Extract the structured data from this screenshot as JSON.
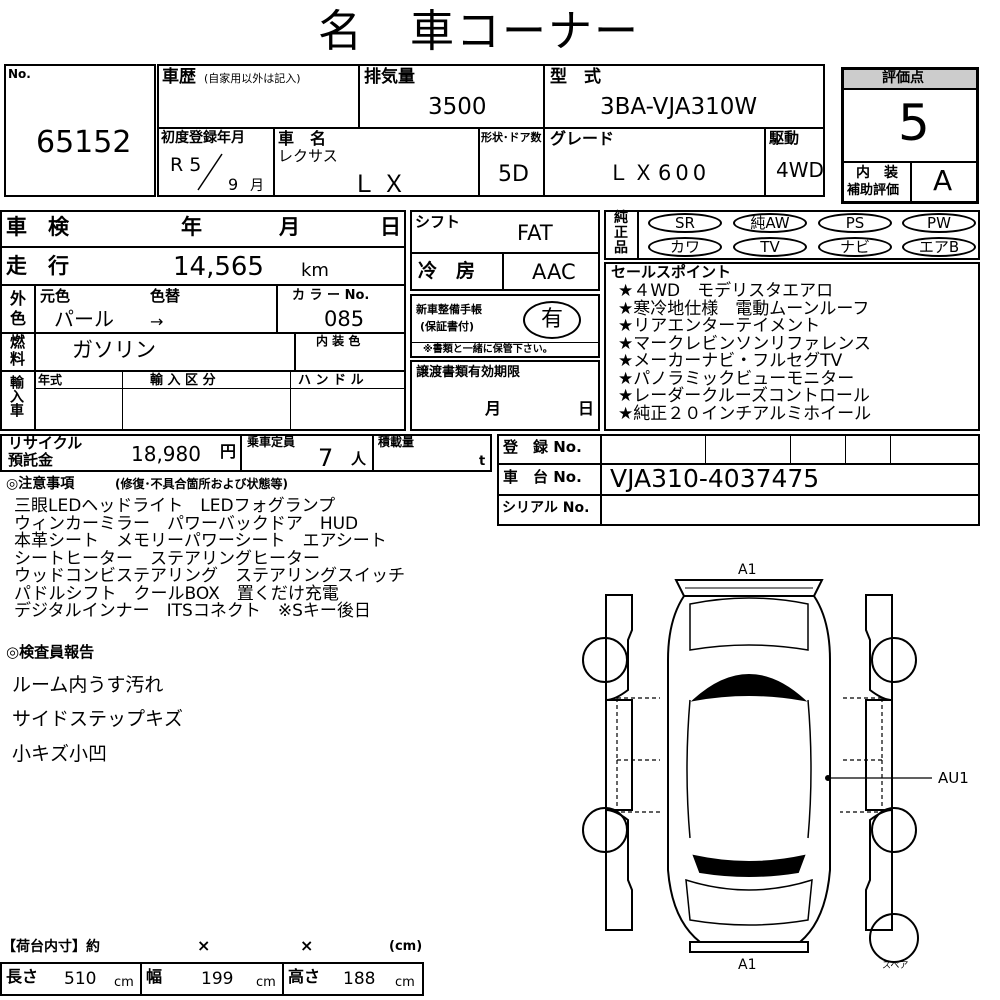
{
  "title": "名　車コーナー",
  "header": {
    "no_label": "No.",
    "no_value": "65152",
    "history_label": "車歴",
    "history_note": "(自家用以外は記入)",
    "displacement_label": "排気量",
    "displacement_value": "3500",
    "model_label": "型　式",
    "model_value": "3BA-VJA310W",
    "first_reg_label": "初度登録年月",
    "first_reg_year": "R 5",
    "first_reg_month": "9",
    "first_reg_month_unit": "月",
    "car_name_label": "車　名",
    "maker": "レクサス",
    "car_name": "ＬＸ",
    "body_door_label": "形状･ドア数",
    "doors": "5D",
    "grade_label": "グレード",
    "grade_value": "ＬＸ600",
    "drive_label": "駆動",
    "drive_value": "4WD",
    "score_label": "評価点",
    "score_value": "5",
    "interior_label_1": "内　装",
    "interior_label_2": "補助評価",
    "interior_value": "A"
  },
  "shaken": {
    "label": "車　検",
    "year": "年",
    "month": "月",
    "day": "日"
  },
  "mileage": {
    "label": "走　行",
    "value": "14,565",
    "unit": "km"
  },
  "color": {
    "label_top": "外",
    "label_bottom": "色",
    "original_label": "元色",
    "repaint_label": "色替",
    "original_value": "パール",
    "arrow": "→",
    "code_label": "カ ラ ー No.",
    "code_value": "085"
  },
  "fuel": {
    "label_top": "燃",
    "label_bottom": "料",
    "value": "ガソリン",
    "interior_color_label": "内 装 色"
  },
  "import": {
    "label": "輸入車",
    "year_label": "年式",
    "type_label": "輸 入 区 分",
    "handle_label": "ハ ン ド ル"
  },
  "shift": {
    "label": "シフト",
    "value": "FAT"
  },
  "ac": {
    "label": "冷　房",
    "value": "AAC"
  },
  "manual": {
    "label_1": "新車整備手帳",
    "label_2": "(保証書付)",
    "value": "有",
    "note": "※書類と一緒に保管下さい。"
  },
  "transfer": {
    "label": "譲渡書類有効期限",
    "month": "月",
    "day": "日"
  },
  "equipment": {
    "label_1": "純",
    "label_2": "正",
    "label_3": "品",
    "items": [
      "SR",
      "純AW",
      "PS",
      "PW",
      "カワ",
      "TV",
      "ナビ",
      "エアB"
    ]
  },
  "sales_points": {
    "label": "セールスポイント",
    "items": [
      "★４WD　モデリスタエアロ",
      "★寒冷地仕様　電動ムーンルーフ",
      "★リアエンターテイメント",
      "★マークレビンソンリファレンス",
      "★メーカーナビ・フルセグTV",
      "★パノラミックビューモニター",
      "★レーダークルーズコントロール",
      "★純正２０インチアルミホイール"
    ]
  },
  "recycle": {
    "label_1": "リサイクル",
    "label_2": "預託金",
    "value": "18,980",
    "unit": "円",
    "capacity_label": "乗車定員",
    "capacity_value": "7",
    "capacity_unit": "人",
    "load_label": "積載量",
    "load_unit": "t"
  },
  "registration": {
    "reg_label": "登　録 No.",
    "chassis_label": "車　台 No.",
    "chassis_value": "VJA310-4037475",
    "serial_label": "シリアル No."
  },
  "notes": {
    "label": "◎注意事項",
    "sub": "(修復･不具合箇所および状態等)",
    "lines": [
      "三眼LEDヘッドライト　LEDフォグランプ",
      "ウィンカーミラー　パワーバックドア　HUD",
      "本革シート　メモリーパワーシート　エアシート",
      "シートヒーター　ステアリングヒーター",
      "ウッドコンビステアリング　ステアリングスイッチ",
      "パドルシフト　クールBOX　置くだけ充電",
      "デジタルインナー　ITSコネクト　※Sキー後日"
    ]
  },
  "inspector": {
    "label": "◎検査員報告",
    "lines": [
      "ルーム内うす汚れ",
      "サイドステップキズ",
      "小キズ小凹"
    ]
  },
  "diagram": {
    "front_label": "A1",
    "rear_label": "A1",
    "side_label": "AU1",
    "spare_label": "スペア"
  },
  "cargo": {
    "label": "【荷台内寸】約",
    "x1": "×",
    "x2": "×",
    "unit": "(cm)",
    "length_label": "長さ",
    "length_value": "510",
    "width_label": "幅",
    "width_value": "199",
    "height_label": "高さ",
    "height_value": "188",
    "cm": "cm"
  }
}
